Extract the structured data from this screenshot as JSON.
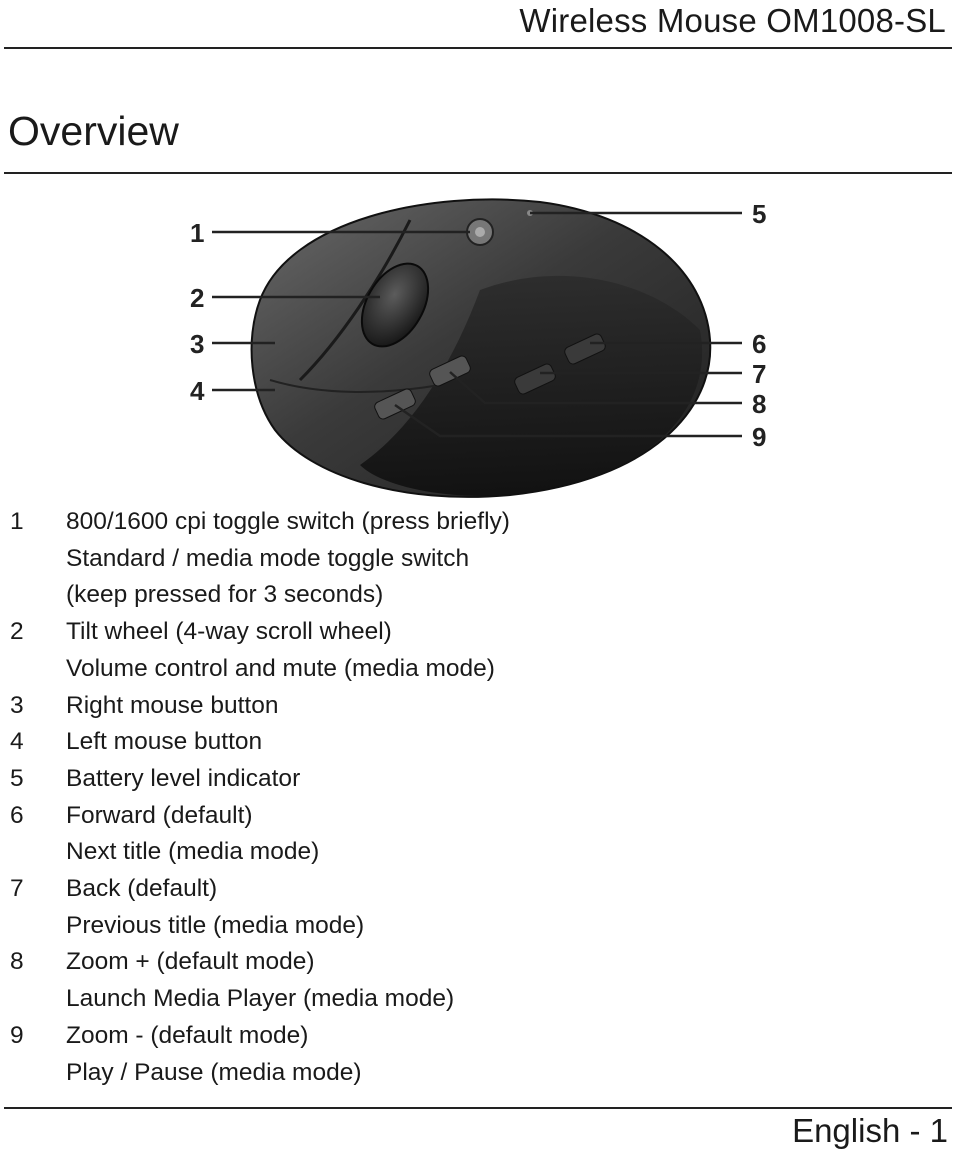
{
  "header": {
    "title": "Wireless Mouse OM1008-SL"
  },
  "section": {
    "title": "Overview"
  },
  "figure": {
    "callouts": [
      "1",
      "2",
      "3",
      "4",
      "5",
      "6",
      "7",
      "8",
      "9"
    ]
  },
  "legend": [
    {
      "num": "1",
      "lines": [
        "800/1600 cpi toggle switch (press briefly)",
        "Standard / media mode toggle switch",
        "(keep pressed for 3 seconds)"
      ]
    },
    {
      "num": "2",
      "lines": [
        "Tilt wheel (4-way scroll wheel)",
        "Volume control and mute (media mode)"
      ]
    },
    {
      "num": "3",
      "lines": [
        "Right mouse button"
      ]
    },
    {
      "num": "4",
      "lines": [
        "Left mouse button"
      ]
    },
    {
      "num": "5",
      "lines": [
        "Battery level indicator"
      ]
    },
    {
      "num": "6",
      "lines": [
        "Forward (default)",
        "Next title (media mode)"
      ]
    },
    {
      "num": "7",
      "lines": [
        "Back (default)",
        "Previous title (media mode)"
      ]
    },
    {
      "num": "8",
      "lines": [
        "Zoom + (default mode)",
        "Launch Media Player (media mode)"
      ]
    },
    {
      "num": "9",
      "lines": [
        "Zoom - (default mode)",
        "Play / Pause (media mode)"
      ]
    }
  ],
  "footer": {
    "language": "English",
    "separator": "-",
    "page": "1"
  }
}
